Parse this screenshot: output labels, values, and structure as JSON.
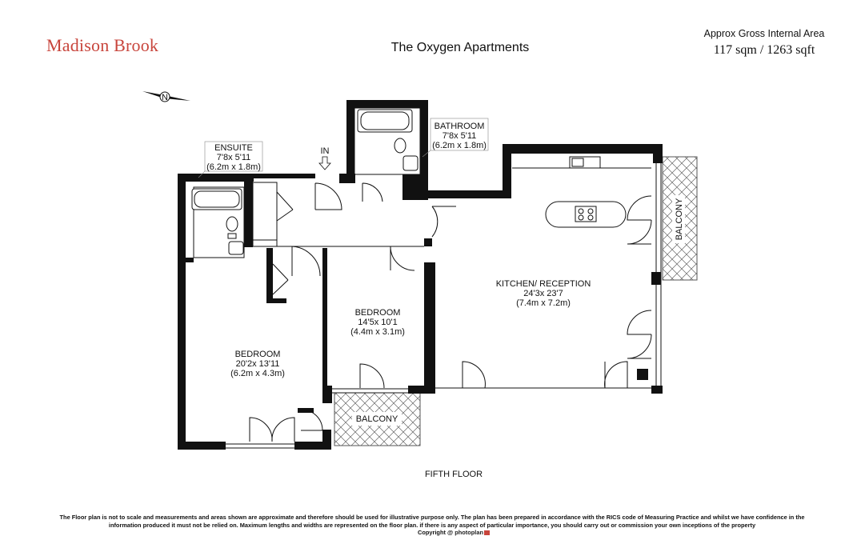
{
  "brand": "Madison Brook",
  "property_title": "The Oxygen Apartments",
  "area": {
    "label": "Approx Gross Internal Area",
    "value": "117 sqm / 1263 sqft"
  },
  "rooms": {
    "ensuite": {
      "name": "ENSUITE",
      "imperial": "7'8x 5'11",
      "metric": "(6.2m x 1.8m)"
    },
    "bathroom": {
      "name": "BATHROOM",
      "imperial": "7'8x 5'11",
      "metric": "(6.2m x 1.8m)"
    },
    "bedroom_main": {
      "name": "BEDROOM",
      "imperial": "20'2x 13'11",
      "metric": "(6.2m x 4.3m)"
    },
    "bedroom_second": {
      "name": "BEDROOM",
      "imperial": "14'5x 10'1",
      "metric": "(4.4m x 3.1m)"
    },
    "kitchen": {
      "name": "KITCHEN/ RECEPTION",
      "imperial": "24'3x 23'7",
      "metric": "(7.4m x 7.2m)"
    }
  },
  "balcony_label": "BALCONY",
  "entrance_label": "IN",
  "compass_letter": "N",
  "floor_name": "FIFTH FLOOR",
  "disclaimer": "The Floor plan is not to scale and measurements and areas shown are approximate and therefore should be used for illustrative purpose only. The plan has been prepared in accordance with the RICS code of Measuring Practice and whilst we have confidence in the information produced it must not be relied on. Maximum  lengths and widths are represented on the floor plan. if there is any aspect of particular importance, you should carry out or commission your own inceptions of the property",
  "copyright_text": "Copyright @",
  "copyright_brand": "photoplan"
}
